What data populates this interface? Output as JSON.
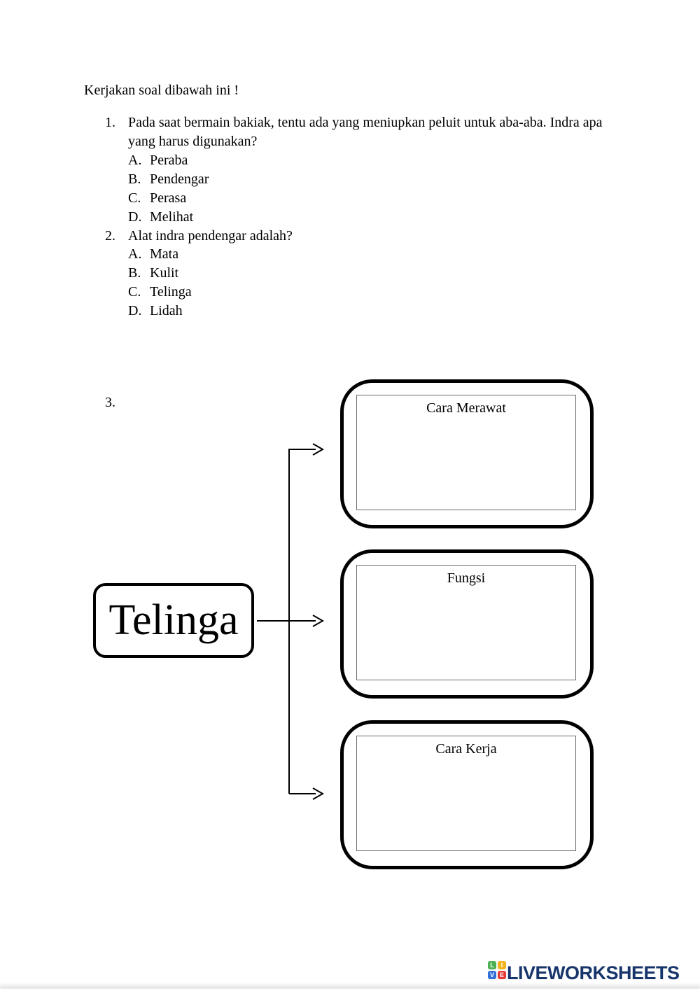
{
  "page": {
    "heading": "Kerjakan soal dibawah ini !"
  },
  "questions": [
    {
      "number": "1.",
      "text_lines": [
        "Pada saat bermain bakiak, tentu ada yang meniupkan peluit untuk aba-aba. Indra apa",
        "yang harus digunakan?"
      ],
      "options": [
        {
          "letter": "A.",
          "label": "Peraba"
        },
        {
          "letter": "B.",
          "label": "Pendengar"
        },
        {
          "letter": "C.",
          "label": "Perasa"
        },
        {
          "letter": "D.",
          "label": "Melihat"
        }
      ]
    },
    {
      "number": "2.",
      "text": "Alat indra pendengar adalah?",
      "options": [
        {
          "letter": "A.",
          "label": "Mata"
        },
        {
          "letter": "B.",
          "label": "Kulit"
        },
        {
          "letter": "C.",
          "label": "Telinga"
        },
        {
          "letter": "D.",
          "label": "Lidah"
        }
      ]
    },
    {
      "number": "3."
    }
  ],
  "diagram": {
    "root_label": "Telinga",
    "branches": [
      {
        "label": "Cara Merawat"
      },
      {
        "label": "Fungsi"
      },
      {
        "label": "Cara Kerja"
      }
    ],
    "line_color": "#000000"
  },
  "footer": {
    "logo_text": "LIVEWORKSHEETS",
    "logo_color": "#17356b",
    "logo_tiles": [
      {
        "letter": "L",
        "color": "#4caf50"
      },
      {
        "letter": "I",
        "color": "#f2b31c"
      },
      {
        "letter": "V",
        "color": "#2f6fd6"
      },
      {
        "letter": "E",
        "color": "#e53935"
      }
    ]
  }
}
